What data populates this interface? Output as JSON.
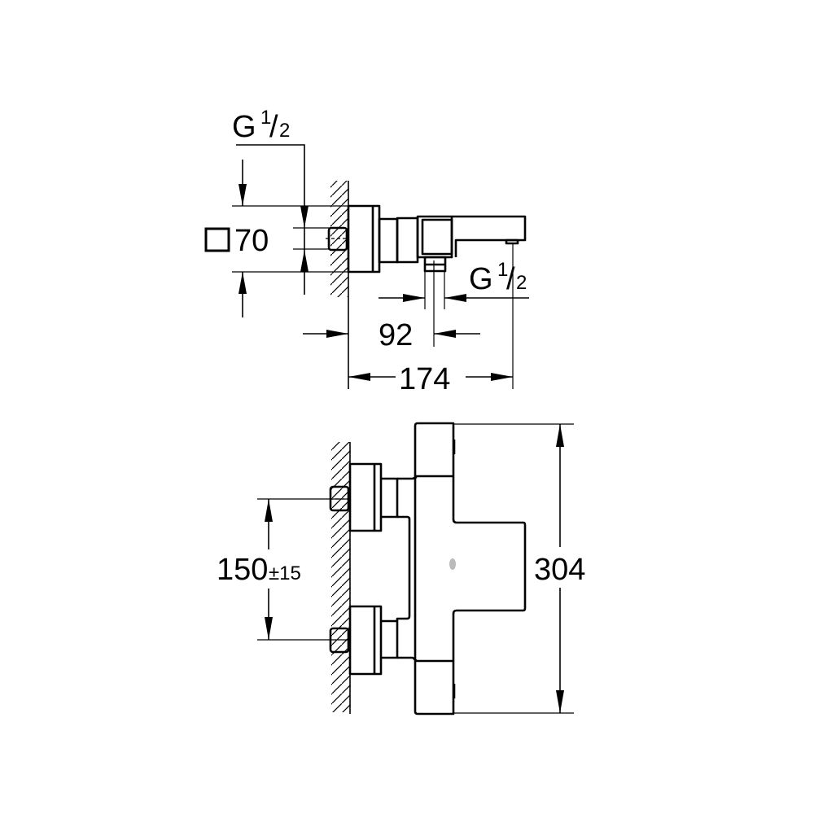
{
  "diagram": {
    "title": "Thermostatic bath mixer dimension drawing",
    "side_view": {
      "inlet_thread": {
        "prefix": "G",
        "numerator": "1",
        "slash": "/",
        "denominator": "2"
      },
      "outlet_thread": {
        "prefix": "G",
        "numerator": "1",
        "slash": "/",
        "denominator": "2"
      },
      "square_size": "70",
      "outlet_offset": "92",
      "projection": "174"
    },
    "front_view": {
      "inlet_spacing": "150",
      "inlet_tolerance": "±15",
      "height": "304"
    },
    "colors": {
      "line": "#000000",
      "background": "#ffffff"
    }
  }
}
